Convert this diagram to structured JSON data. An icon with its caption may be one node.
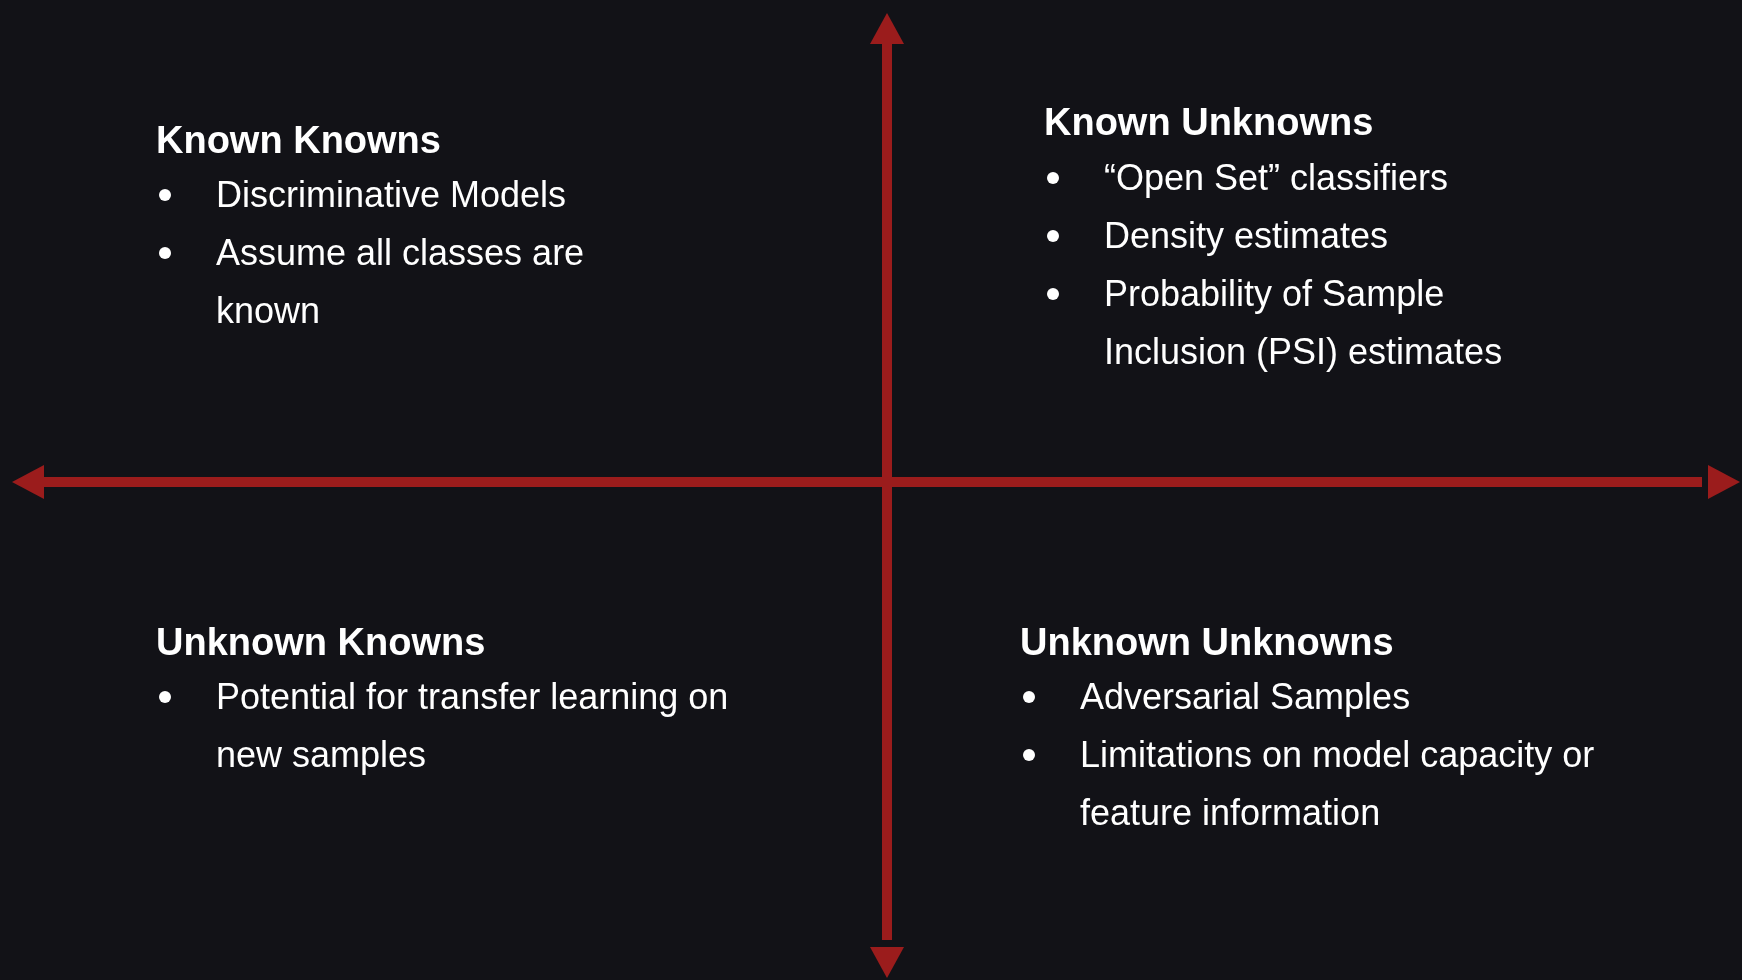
{
  "diagram": {
    "labels": [
      "Known Knowns",
      "Discriminative Models",
      "Assume all classes are known",
      "Known Unknowns",
      "“Open Set” classifiers",
      "Density estimates",
      "Probability of Sample Inclusion (PSI) estimates",
      "Unknown Knowns",
      "Potential for transfer learning on new samples",
      "Unknown Unknowns",
      "Adversarial Samples",
      "Limitations on model capacity or feature information"
    ]
  }
}
